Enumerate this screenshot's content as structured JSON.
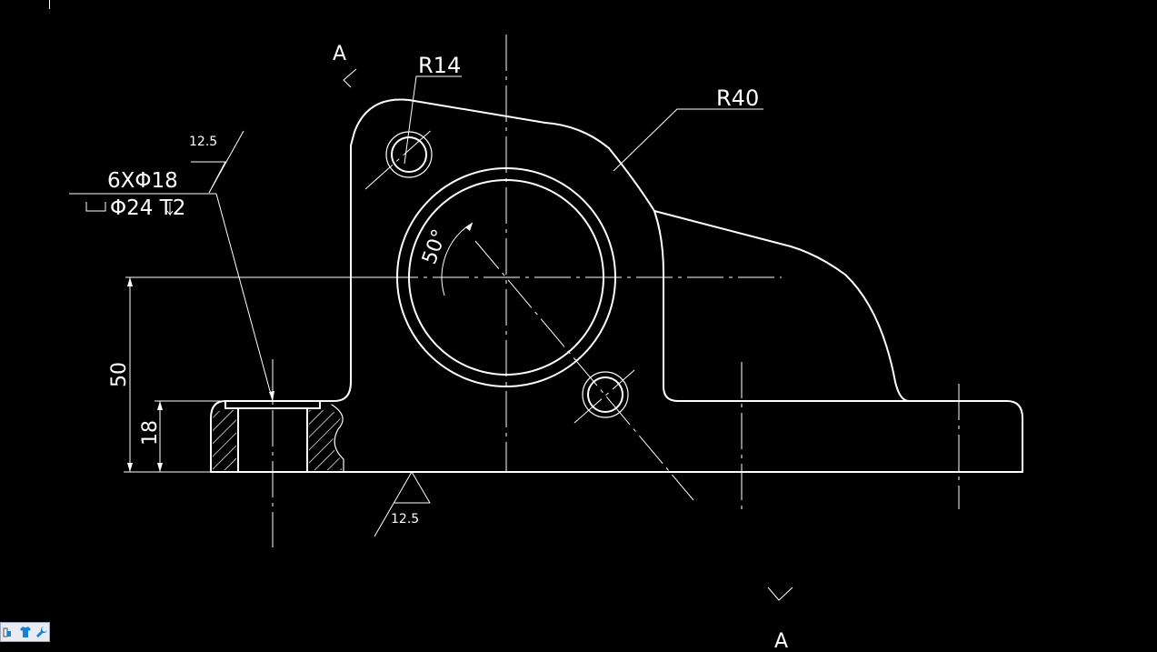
{
  "labels": {
    "radius_small": "R14",
    "radius_large": "R40",
    "section_a_top": "A",
    "section_a_bottom": "A",
    "hole_note_line1": "6XΦ18",
    "hole_note_line2": "Φ24 T2",
    "surface_finish_top": "12.5",
    "surface_finish_bottom": "12.5",
    "angle": "50°",
    "dim_height_50": "50",
    "dim_height_18": "18"
  },
  "toolbar": {
    "icons": [
      "layers-icon",
      "shirt-icon",
      "wrench-icon"
    ]
  },
  "colors": {
    "background": "#000000",
    "lines": "#ffffff",
    "toolbar_icon": "#1a7fd6"
  }
}
